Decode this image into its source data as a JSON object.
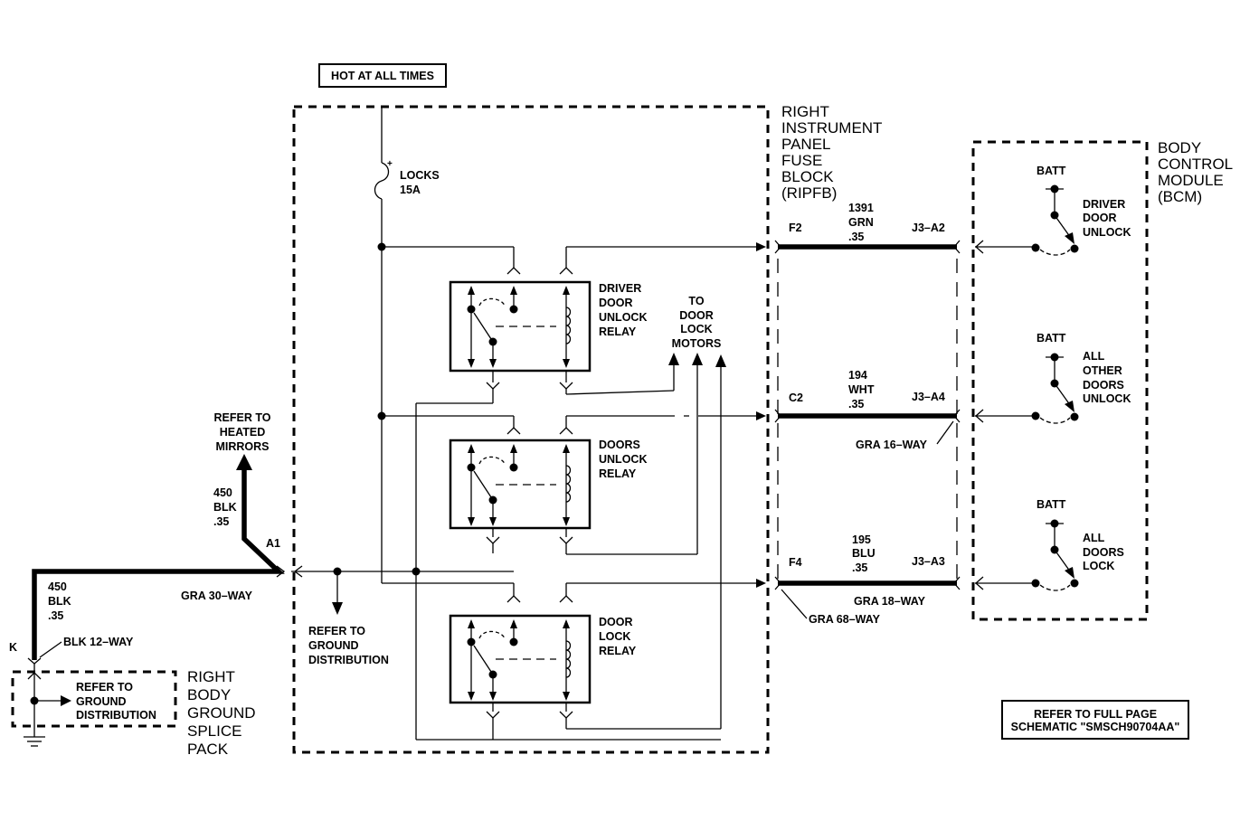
{
  "colors": {
    "ink": "#000000",
    "background": "#ffffff"
  },
  "top_label": "HOT AT ALL TIMES",
  "footer_note": {
    "line1": "REFER TO FULL PAGE",
    "line2": "SCHEMATIC \"SMSCH90704AA\""
  },
  "fuse_block": {
    "title": [
      "RIGHT",
      "INSTRUMENT",
      "PANEL",
      "FUSE",
      "BLOCK",
      "(RIPFB)"
    ],
    "fuse": {
      "plus": "+",
      "name": "LOCKS",
      "rating": "15A"
    },
    "relays": [
      {
        "lines": [
          "DRIVER",
          "DOOR",
          "UNLOCK",
          "RELAY"
        ]
      },
      {
        "lines": [
          "DOORS",
          "UNLOCK",
          "RELAY"
        ]
      },
      {
        "lines": [
          "DOOR",
          "LOCK",
          "RELAY"
        ]
      }
    ],
    "motors_label": [
      "TO",
      "DOOR",
      "LOCK",
      "MOTORS"
    ],
    "ground_ref": [
      "REFER TO",
      "GROUND",
      "DISTRIBUTION"
    ]
  },
  "circuits": [
    {
      "pin_left": "F2",
      "circuit": "1391",
      "color": "GRN",
      "gauge": ".35",
      "pin_right": "J3–A2"
    },
    {
      "pin_left": "C2",
      "circuit": "194",
      "color": "WHT",
      "gauge": ".35",
      "pin_right": "J3–A4"
    },
    {
      "pin_left": "F4",
      "circuit": "195",
      "color": "BLU",
      "gauge": ".35",
      "pin_right": "J3–A3"
    }
  ],
  "connectors": {
    "gra16": "GRA 16–WAY",
    "gra18": "GRA 18–WAY",
    "gra68": "GRA 68–WAY",
    "gra30": "GRA 30–WAY",
    "blk12": "BLK 12–WAY",
    "pin_a1": "A1",
    "pin_k": "K"
  },
  "bcm": {
    "title": [
      "BODY",
      "CONTROL",
      "MODULE",
      "(BCM)"
    ],
    "switches": [
      {
        "batt": "BATT",
        "lines": [
          "DRIVER",
          "DOOR",
          "UNLOCK"
        ]
      },
      {
        "batt": "BATT",
        "lines": [
          "ALL",
          "OTHER",
          "DOORS",
          "UNLOCK"
        ]
      },
      {
        "batt": "BATT",
        "lines": [
          "ALL",
          "DOORS",
          "LOCK"
        ]
      }
    ]
  },
  "heated_mirrors": [
    "REFER TO",
    "HEATED",
    "MIRRORS"
  ],
  "wire_450_upper": [
    "450",
    "BLK",
    ".35"
  ],
  "wire_450_lower": [
    "450",
    "BLK",
    ".35"
  ],
  "splice_pack": {
    "title": [
      "RIGHT",
      "BODY",
      "GROUND",
      "SPLICE",
      "PACK"
    ],
    "ref": [
      "REFER TO",
      "GROUND",
      "DISTRIBUTION"
    ]
  }
}
